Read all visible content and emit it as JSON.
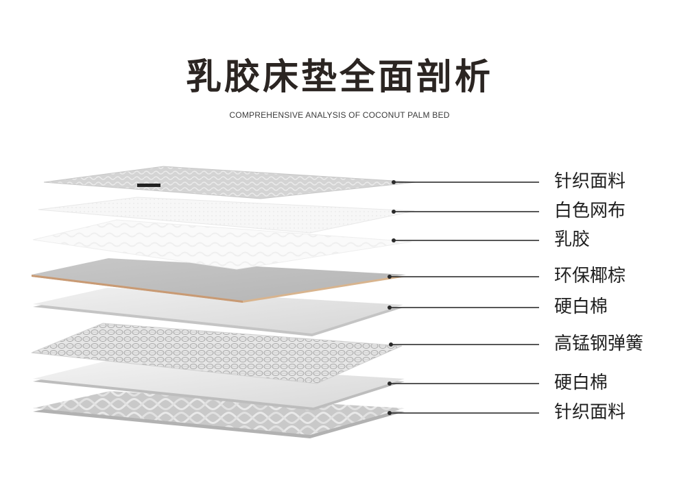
{
  "title": "乳胶床垫全面剖析",
  "subtitle": "COMPREHENSIVE ANALYSIS OF COCONUT PALM BED",
  "layers": [
    {
      "label": "针织面料"
    },
    {
      "label": "白色网布"
    },
    {
      "label": "乳胶"
    },
    {
      "label": "环保椰棕"
    },
    {
      "label": "硬白棉"
    },
    {
      "label": "高锰钢弹簧"
    },
    {
      "label": "硬白棉"
    },
    {
      "label": "针织面料"
    }
  ]
}
